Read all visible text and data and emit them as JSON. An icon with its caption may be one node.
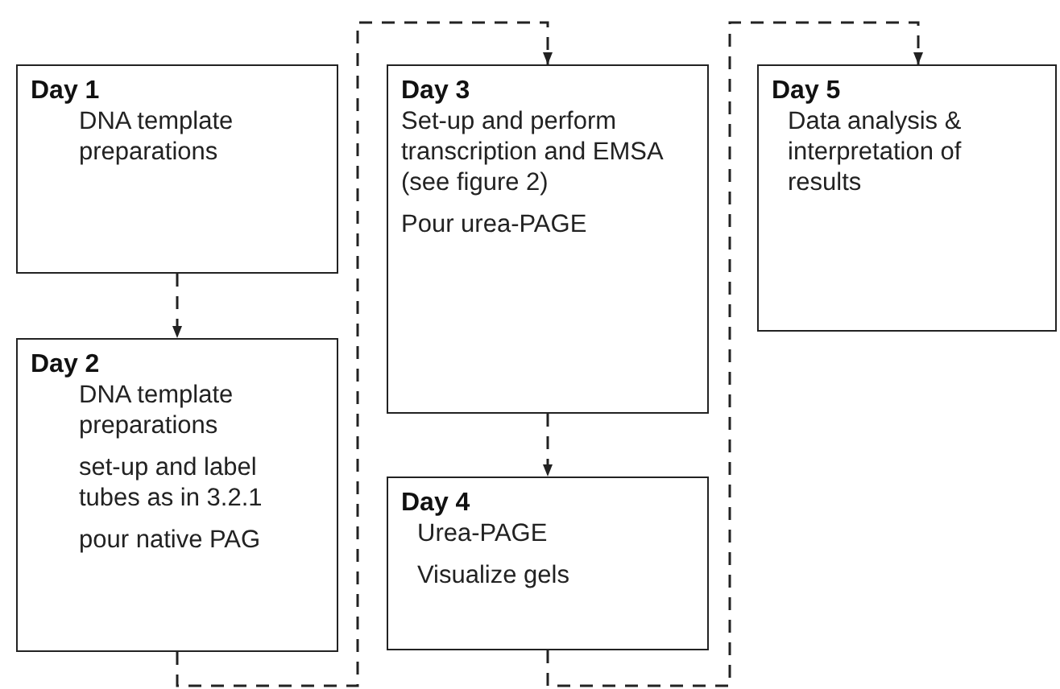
{
  "diagram": {
    "nodes": [
      {
        "text": [
          "Day 1",
          "DNA template preparations"
        ]
      },
      {
        "text": [
          "Day 2",
          "DNA template preparations",
          "set-up and label tubes as in 3.2.1",
          "pour native PAG"
        ]
      },
      {
        "text": [
          "Day 3",
          "Set-up and perform transcription and EMSA (see figure 2)",
          "Pour urea-PAGE"
        ]
      },
      {
        "text": [
          "Day 4",
          "Urea-PAGE",
          "Visualize gels"
        ]
      },
      {
        "text": [
          "Day 5",
          "Data analysis & interpretation of results"
        ]
      }
    ],
    "edges": [
      {
        "from": 0,
        "to": 1,
        "arrow": "to",
        "style": "dashed"
      },
      {
        "from": 1,
        "to": 2,
        "arrow": "to",
        "style": "dashed"
      },
      {
        "from": 2,
        "to": 3,
        "arrow": "to",
        "style": "dashed"
      },
      {
        "from": 3,
        "to": 4,
        "arrow": "to",
        "style": "dashed"
      }
    ]
  }
}
